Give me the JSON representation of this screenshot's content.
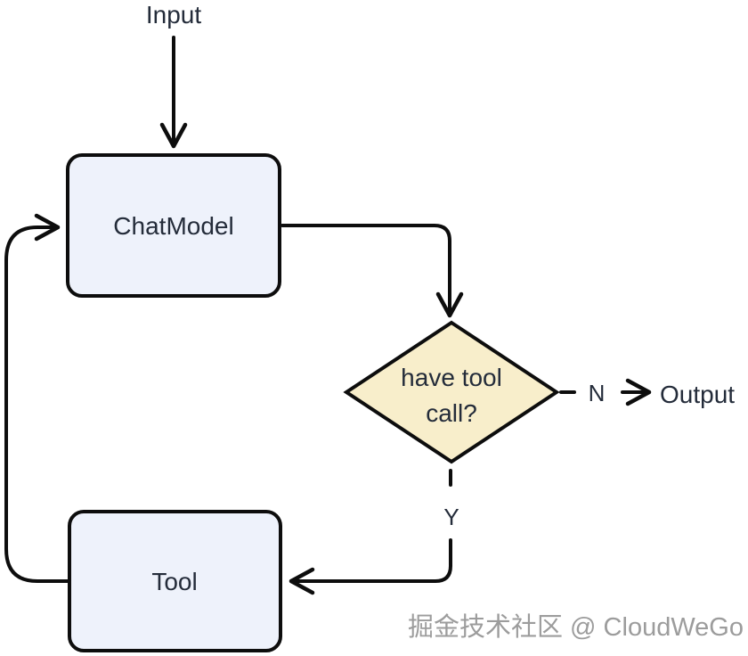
{
  "diagram": {
    "nodes": {
      "input": {
        "label": "Input"
      },
      "chat_model": {
        "label": "ChatModel"
      },
      "decision": {
        "label_line1": "have tool",
        "label_line2": "call?"
      },
      "tool": {
        "label": "Tool"
      },
      "output": {
        "label": "Output"
      }
    },
    "edges": {
      "no_branch": {
        "label": "N"
      },
      "yes_branch": {
        "label": "Y"
      }
    },
    "watermark": {
      "text": "掘金技术社区 @ CloudWeGo"
    },
    "colors": {
      "node_fill": "#eef2fb",
      "decision_fill": "#f8eecb",
      "line": "#0d0d0d",
      "text": "#242c3a",
      "watermark_text": "#9c9c9c",
      "watermark_highlight": "#ffffff"
    }
  }
}
